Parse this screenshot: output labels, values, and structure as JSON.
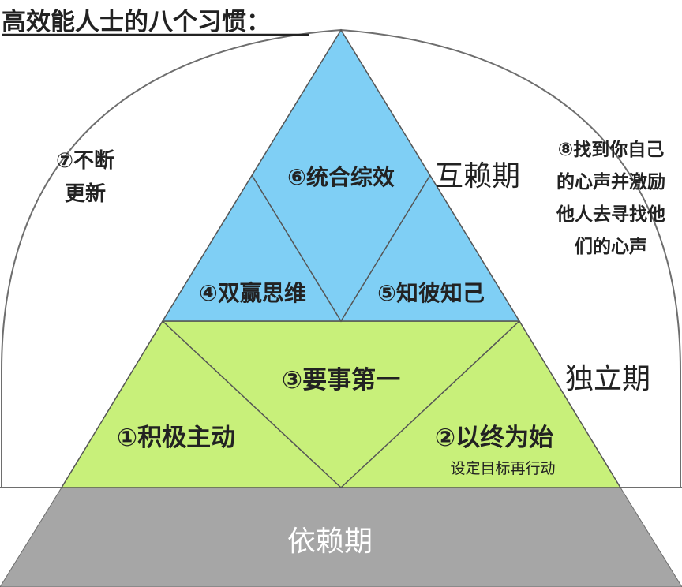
{
  "title": "高效能人士的八个习惯：",
  "colors": {
    "interdependence_fill": "#7fcff5",
    "independence_fill": "#c8f07a",
    "dependence_fill": "#a6a6a6",
    "line": "#555555",
    "arc": "#6e6e6e",
    "text": "#222222",
    "dependence_text": "#ffffff"
  },
  "habits": {
    "h1": "①积极主动",
    "h2": "②以终为始",
    "h2_sub": "设定目标再行动",
    "h3": "③要事第一",
    "h4": "④双赢思维",
    "h5": "⑤知彼知己",
    "h6": "⑥统合综效",
    "h7_line1": "⑦不断",
    "h7_line2": "更新",
    "h8_line1": "⑧找到你自己",
    "h8_line2": "的心声并激励",
    "h8_line3": "他人去寻找他",
    "h8_line4": "们的心声"
  },
  "stages": {
    "interdependence": "互赖期",
    "independence": "独立期",
    "dependence": "依赖期"
  }
}
